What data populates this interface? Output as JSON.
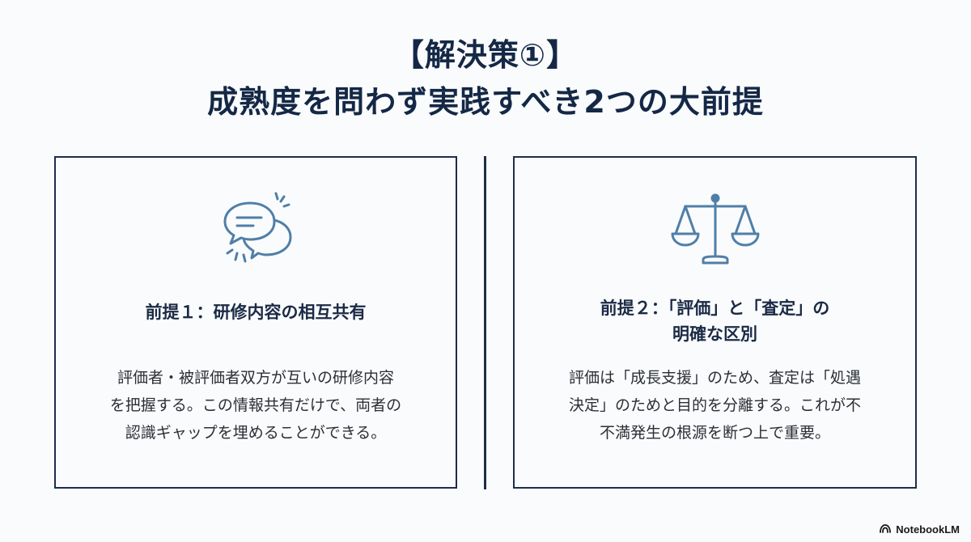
{
  "slide": {
    "title_line1": "【解決策①】",
    "title_line2": "成熟度を問わず実践すべき2つの大前提"
  },
  "cards": [
    {
      "icon": "speech-bubbles-icon",
      "heading_lines": [
        "前提１：研修内容の相互共有"
      ],
      "body_lines": [
        "評価者・被評価者双方が互いの研修内容",
        "を把握する。この情報共有だけで、両者の",
        "認識ギャップを埋めることができる。"
      ]
    },
    {
      "icon": "balance-scale-icon",
      "heading_lines": [
        "前提２：「評価」と「査定」の",
        "明確な区別"
      ],
      "body_lines": [
        "評価は「成長支援」のため、査定は「処遇",
        "決定」のためと目的を分離する。これが不",
        "不満発生の根源を断つ上で重要。"
      ]
    }
  ],
  "footer": {
    "brand": "NotebookLM",
    "icon": "notebooklm-logo-icon"
  },
  "colors": {
    "navy": "#1e2d4a",
    "icon_blue": "#4f7fa8",
    "background": "#fafbfc"
  }
}
